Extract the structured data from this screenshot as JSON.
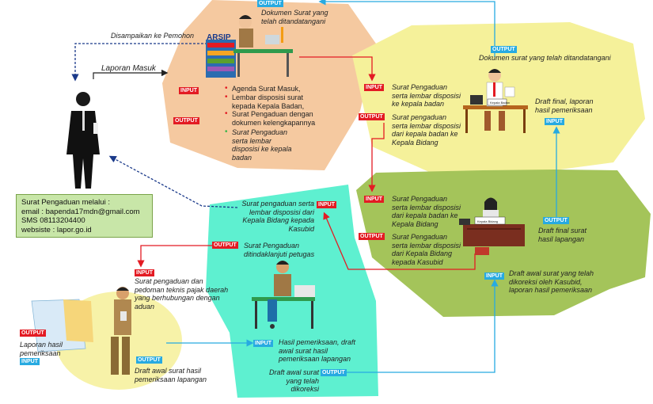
{
  "colors": {
    "orange_zone": "#f5c9a0",
    "yellow_zone": "#f5f19a",
    "green_zone": "#a4c45a",
    "teal_zone": "#5ef0d0",
    "light_yellow_zone": "#f7f2a8",
    "red_arrow": "#e31b23",
    "blue_arrow": "#27aae1",
    "dark_blue_dash": "#1b3a8a"
  },
  "labels": {
    "input": "INPUT",
    "output": "OUTPUT"
  },
  "pemohon": {
    "disampaikan": "Disampaikan ke Pemohon",
    "laporan_masuk": "Laporan Masuk"
  },
  "contact": {
    "title": "Surat Pengaduan melalui :",
    "email": "email : bapenda17mdn@gmail.com",
    "sms": "SMS 08113204400",
    "website": "websiste : lapor.go.id"
  },
  "arsip": {
    "sign": "ARSIP",
    "top_output": "Dokumen Surat yang telah ditandatangani",
    "input_items": [
      "Agenda Surat Masuk,",
      "Lembar disposisi surat kepada Kepala Badan,",
      "Surat Pengaduan dengan dokumen kelengkapannya"
    ],
    "output_item": "Surat Pengaduan serta lembar disposisi ke kepala badan"
  },
  "kepala_badan": {
    "nameplate": "Kepala Badan",
    "top_output": "Dokumen surat yang telah ditandatangani",
    "input": "Surat Pengaduan serta lembar disposisi ke kepala badan",
    "output": "Surat pengaduan serta lembar disposisi dari kepala badan ke Kepala Bidang",
    "input_right": "Draft final, laporan hasil pemeriksaan"
  },
  "kepala_bidang": {
    "nameplate": "Kepala Bidang",
    "input": "Surat Pengaduan serta lembar disposisi dari kepala badan ke Kepala Bidang",
    "output": "Surat Pengaduan serta lembar disposisi dari Kepala Bidang kepada Kasubid",
    "output_right": "Draft final surat hasil lapangan",
    "input_bottom": "Draft awal surat yang telah dikoreksi oleh Kasubid, laporan hasil pemeriksaan"
  },
  "kasubid": {
    "input": "Surat pengaduan serta lembar disposisi dari Kepala Bidang kepada Kasubid",
    "output": "Surat Pengaduan ditindaklanjuti petugas",
    "input_bottom": "Hasil pemeriksaan, draft awal surat hasil pemeriksaan lapangan",
    "output_bottom": "Draft awal surat yang telah dikoreksi"
  },
  "petugas": {
    "input": "Surat pengaduan dan pedoman teknis pajak daerah yang berhubungan dengan aduan",
    "output_left": "Laporan hasil pemeriksaan",
    "output_right": "Draft awal surat hasil pemeriksaan lapangan"
  }
}
